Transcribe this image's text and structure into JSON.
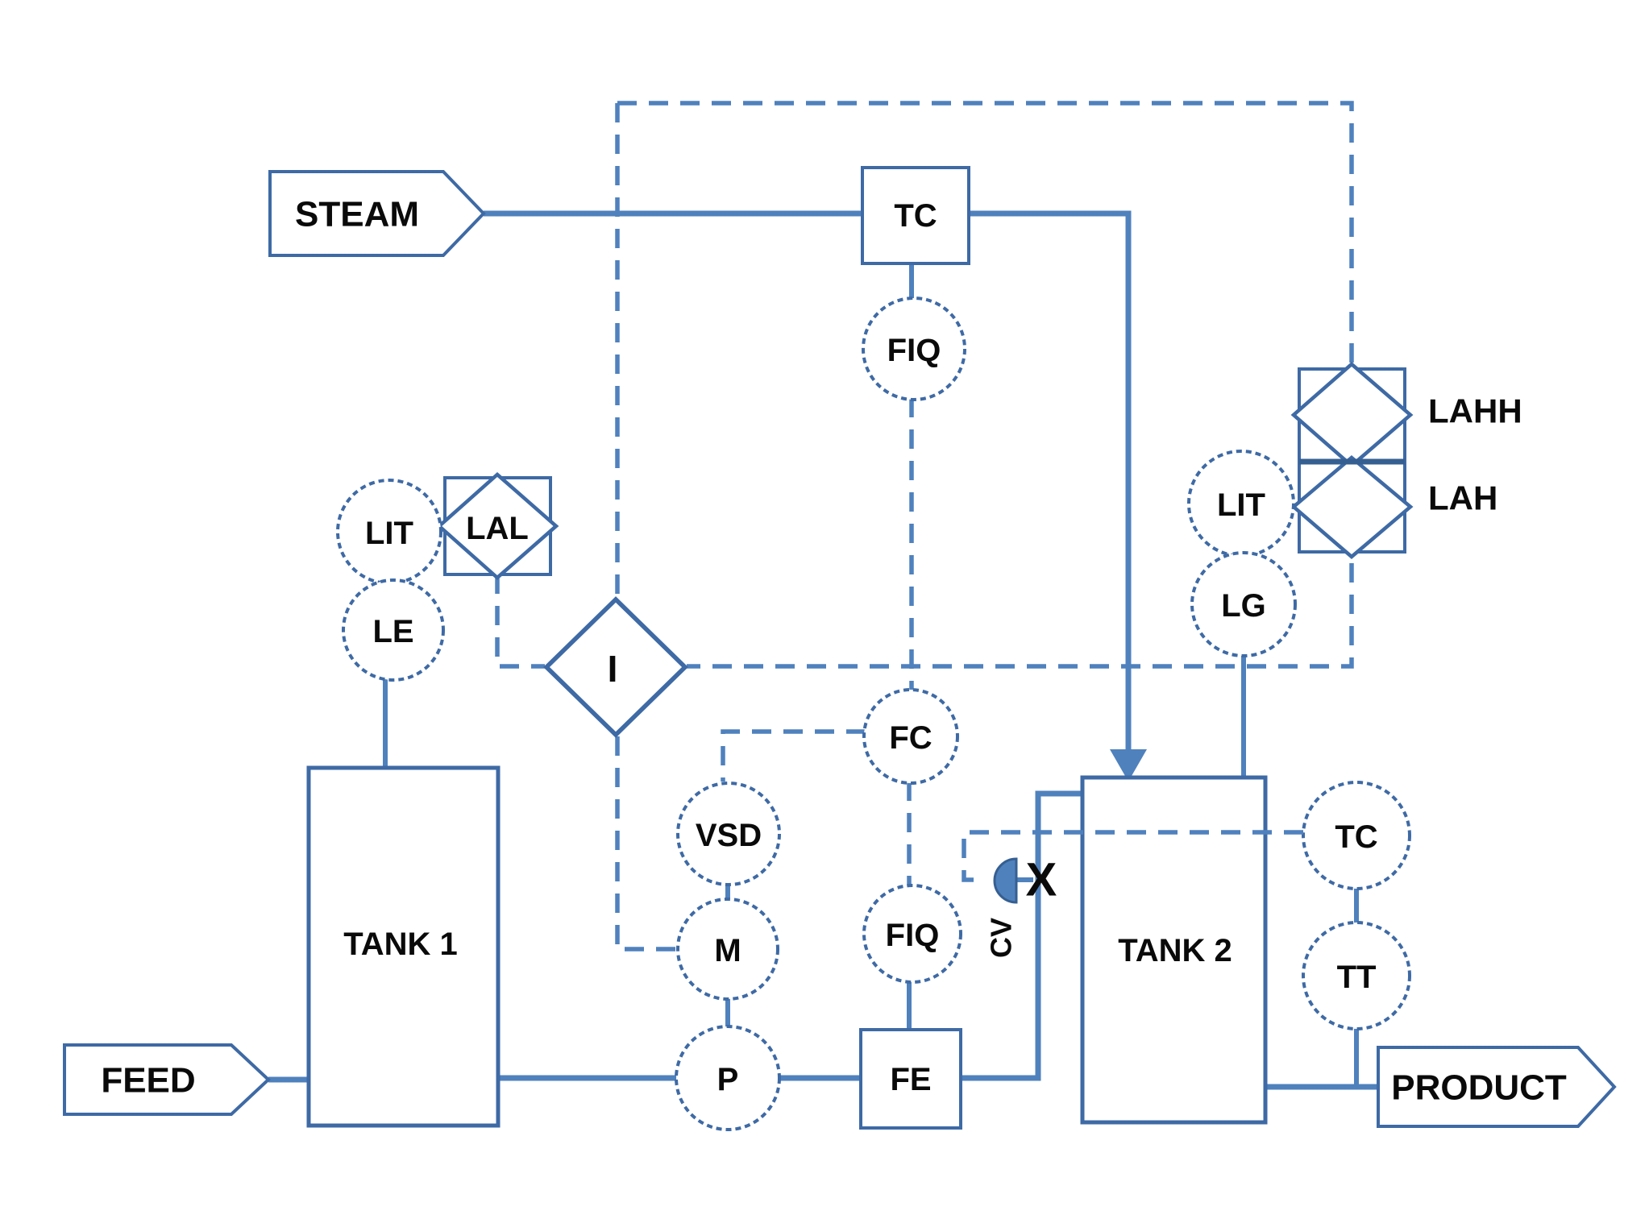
{
  "colors": {
    "line_blue": "#4f81bd",
    "shape_border_blue": "#3e6aa5",
    "stack_divider_blue": "#365f91",
    "label_black": "#0a0a0a",
    "actuator_fill": "#4f81bd"
  },
  "flags": {
    "steam": {
      "label": "STEAM"
    },
    "feed": {
      "label": "FEED"
    },
    "product": {
      "label": "PRODUCT"
    }
  },
  "tanks": {
    "tank1": {
      "label": "TANK 1"
    },
    "tank2": {
      "label": "TANK 2"
    }
  },
  "instruments": {
    "tc_steam": {
      "label": "TC"
    },
    "fiq_steam": {
      "label": "FIQ"
    },
    "lit_tank1": {
      "label": "LIT"
    },
    "lal": {
      "label": "LAL"
    },
    "le": {
      "label": "LE"
    },
    "interlock": {
      "label": "I"
    },
    "fc": {
      "label": "FC"
    },
    "vsd": {
      "label": "VSD"
    },
    "motor": {
      "label": "M"
    },
    "pump": {
      "label": "P"
    },
    "fiq_line": {
      "label": "FIQ"
    },
    "fe": {
      "label": "FE"
    },
    "lit_tank2": {
      "label": "LIT"
    },
    "lg": {
      "label": "LG"
    },
    "lahh": {
      "label": "LAHH"
    },
    "lah": {
      "label": "LAH"
    },
    "tc_tank2": {
      "label": "TC"
    },
    "tt": {
      "label": "TT"
    },
    "valve": {
      "label": "X"
    },
    "cv": {
      "label": "CV"
    }
  }
}
